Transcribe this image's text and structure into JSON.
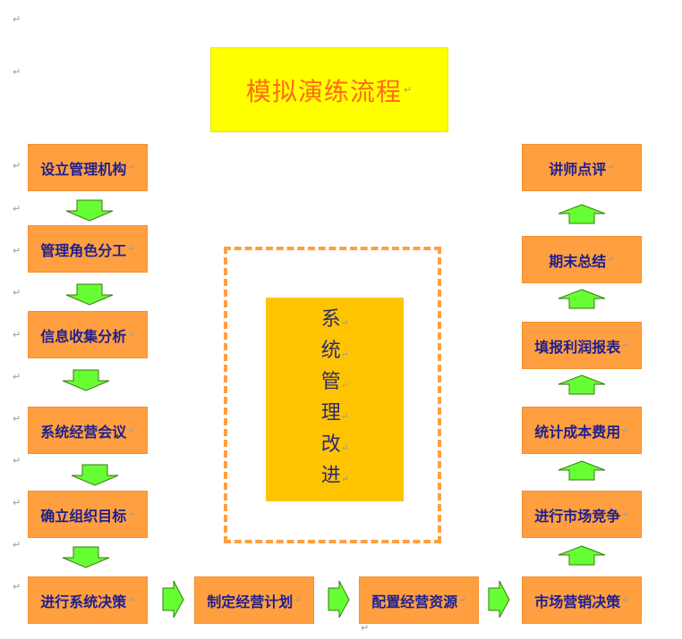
{
  "title": "模拟演练流程",
  "left_column": [
    "设立管理机构",
    "管理角色分工",
    "信息收集分析",
    "系统经营会议",
    "确立组织目标",
    "进行系统决策"
  ],
  "bottom_row": [
    "制定经营计划",
    "配置经营资源",
    "市场营销决策"
  ],
  "right_column": [
    "讲师点评",
    "期末总结",
    "填报利润报表",
    "统计成本费用",
    "进行市场竞争"
  ],
  "center_chars": [
    "系",
    "统",
    "管",
    "理",
    "改",
    "进"
  ],
  "paragraph_mark": "↵",
  "colors": {
    "title_bg": "#ffff00",
    "title_text": "#ff6a1a",
    "box_bg": "#ff9f40",
    "box_text": "#1f1f8f",
    "arrow_fill": "#66ff33",
    "center_bg": "#ffc400",
    "dash_border": "#ff9f40"
  }
}
